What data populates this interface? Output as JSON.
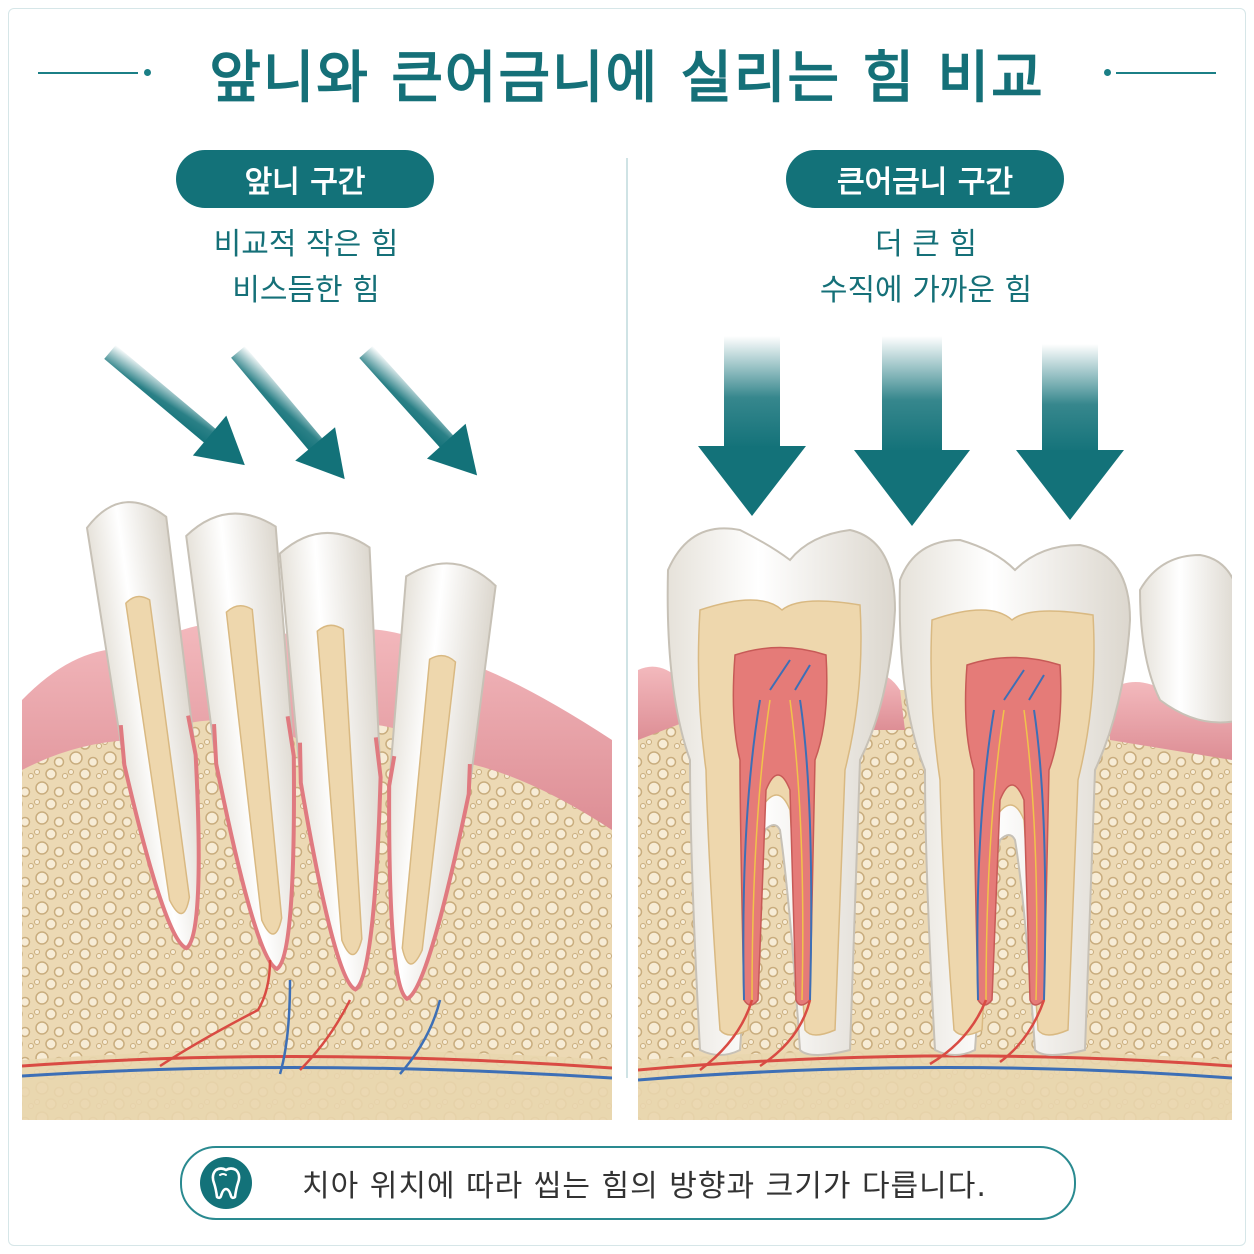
{
  "title": "앞니와 큰어금니에 실리는 힘 비교",
  "left_panel": {
    "label": "앞니 구간",
    "desc_line1": "비교적 작은 힘",
    "desc_line2": "비스듬한 힘"
  },
  "right_panel": {
    "label": "큰어금니 구간",
    "desc_line1": "더 큰 힘",
    "desc_line2": "수직에 가까운 힘"
  },
  "footer": {
    "icon": "tooth-icon",
    "text": "치아 위치에 따라 씹는 힘의 방향과 크기가 다릅니다."
  },
  "colors": {
    "accent": "#137279",
    "title": "#157078",
    "gum": "#e79aa0",
    "bone": "#ecd9b4",
    "enamel": "#f3f1ec",
    "dentin": "#eed7ad",
    "artery": "#d94b43",
    "vein": "#3d6fb6"
  }
}
